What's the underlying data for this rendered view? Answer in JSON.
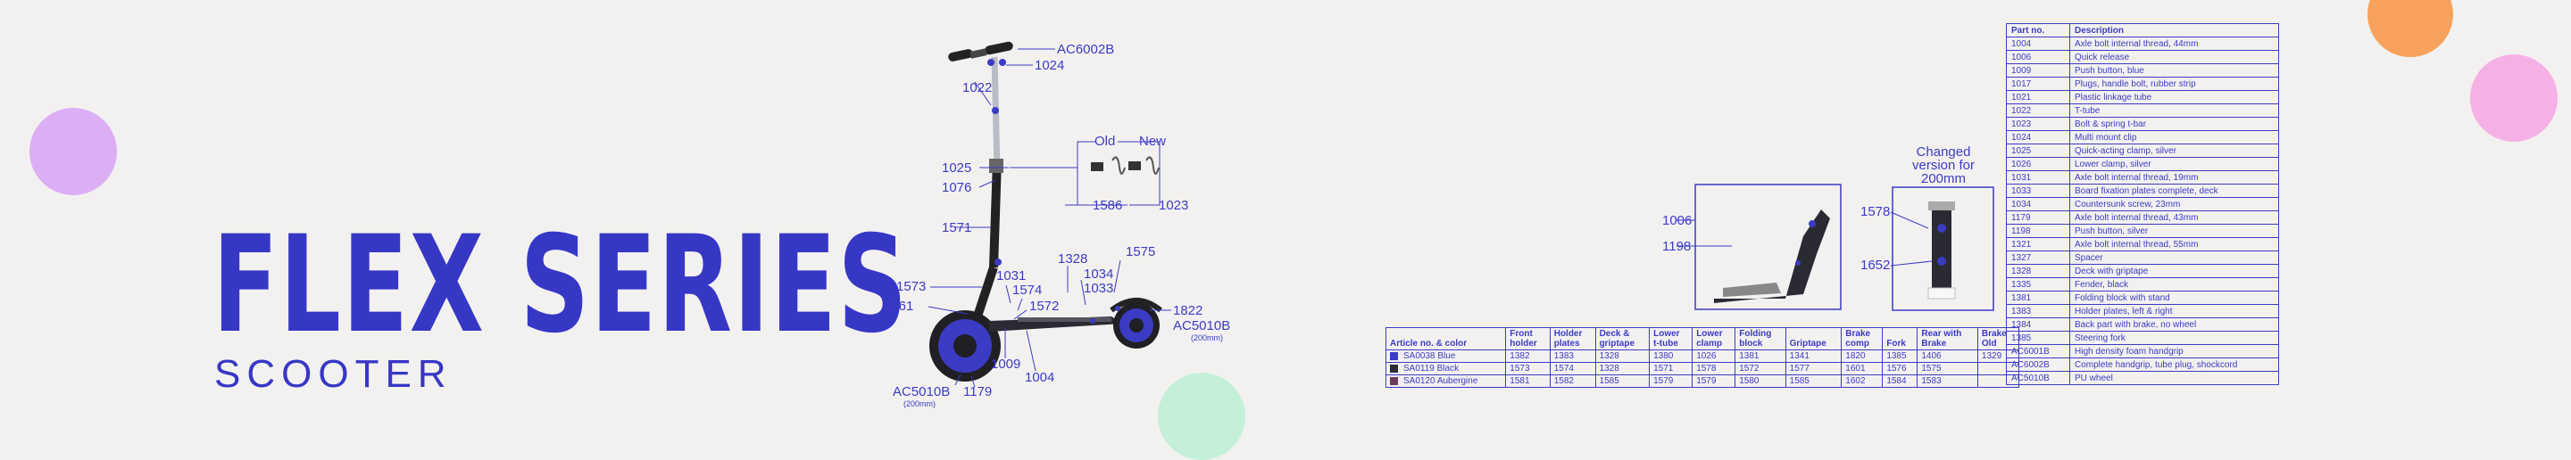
{
  "brand": {
    "title": "FLEX SERIES",
    "subtitle": "SCOOTER",
    "color": "#3737c6"
  },
  "decor_colors": {
    "purple": "#dcaff5",
    "orange": "#f7a25c",
    "pink": "#f5b1e6",
    "mint": "#c4f0da"
  },
  "diagram": {
    "labels": {
      "ac6002b": "AC6002B",
      "p1024": "1024",
      "p1022": "1022",
      "old": "Old",
      "new": "New",
      "p1025": "1025",
      "p1076": "1076",
      "p1586": "1586",
      "p1023": "1023",
      "p1571": "1571",
      "p1328": "1328",
      "p1575": "1575",
      "p1573": "1573",
      "p1031": "1031",
      "p1574": "1574",
      "p1034": "1034",
      "p1033": "1033",
      "p4661": "4661",
      "p1572": "1572",
      "p1822": "1822",
      "ac5010b_r": "AC5010B",
      "mm_r": "(200mm)",
      "p1009": "1009",
      "p1004": "1004",
      "ac5010b_l": "AC5010B",
      "mm_l": "(200mm)",
      "p1179": "1179"
    },
    "detail_left": {
      "p1006": "1006",
      "p1198": "1198"
    },
    "detail_right": {
      "caption": [
        "Changed",
        "version for",
        "200mm"
      ],
      "p1578": "1578",
      "p1652": "1652"
    }
  },
  "parts_table": {
    "headers": [
      "Part no.",
      "Description"
    ],
    "rows": [
      [
        "1004",
        "Axle bolt internal thread, 44mm"
      ],
      [
        "1006",
        "Quick release"
      ],
      [
        "1009",
        "Push button, blue"
      ],
      [
        "1017",
        "Plugs, handle bolt, rubber strip"
      ],
      [
        "1021",
        "Plastic linkage tube"
      ],
      [
        "1022",
        "T-tube"
      ],
      [
        "1023",
        "Bolt & spring t-bar"
      ],
      [
        "1024",
        "Multi mount clip"
      ],
      [
        "1025",
        "Quick-acting clamp, silver"
      ],
      [
        "1026",
        "Lower clamp, silver"
      ],
      [
        "1031",
        "Axle bolt internal thread, 19mm"
      ],
      [
        "1033",
        "Board fixation plates complete, deck"
      ],
      [
        "1034",
        "Countersunk screw, 23mm"
      ],
      [
        "1179",
        "Axle bolt internal thread, 43mm"
      ],
      [
        "1198",
        "Push button, silver"
      ],
      [
        "1321",
        "Axle bolt internal thread, 55mm"
      ],
      [
        "1327",
        "Spacer"
      ],
      [
        "1328",
        "Deck with griptape"
      ],
      [
        "1335",
        "Fender, black"
      ],
      [
        "1381",
        "Folding block with stand"
      ],
      [
        "1383",
        "Holder plates, left & right"
      ],
      [
        "1384",
        "Back part with brake, no wheel"
      ],
      [
        "1385",
        "Steering fork"
      ],
      [
        "AC6001B",
        "High density foam handgrip"
      ],
      [
        "AC6002B",
        "Complete handgrip, tube plug, shockcord"
      ],
      [
        "AC5010B",
        "PU wheel"
      ]
    ]
  },
  "article_table": {
    "headers": [
      [
        "Article no. & color"
      ],
      [
        "Front",
        "holder"
      ],
      [
        "Holder",
        "plates"
      ],
      [
        "Deck &",
        "griptape"
      ],
      [
        "Lower",
        "t-tube"
      ],
      [
        "Lower",
        "clamp"
      ],
      [
        "Folding",
        "block"
      ],
      [
        "Griptape"
      ],
      [
        "Brake",
        "comp"
      ],
      [
        "Fork"
      ],
      [
        "Rear with",
        "Brake"
      ],
      [
        "Brake",
        "Old"
      ]
    ],
    "rows": [
      {
        "swatch": "#3b3bc4",
        "name": "SA0038 Blue",
        "cells": [
          "1382",
          "1383",
          "1328",
          "1380",
          "1026",
          "1381",
          "1341",
          "1820",
          "1385",
          "1406",
          "1329"
        ]
      },
      {
        "swatch": "#2a2a33",
        "name": "SA0119 Black",
        "cells": [
          "1573",
          "1574",
          "1328",
          "1571",
          "1578",
          "1572",
          "1577",
          "1601",
          "1576",
          "1575",
          ""
        ]
      },
      {
        "swatch": "#6b3b5c",
        "name": "SA0120 Aubergine",
        "cells": [
          "1581",
          "1582",
          "1585",
          "1579",
          "1579",
          "1580",
          "1585",
          "1602",
          "1584",
          "1583",
          ""
        ]
      }
    ]
  }
}
